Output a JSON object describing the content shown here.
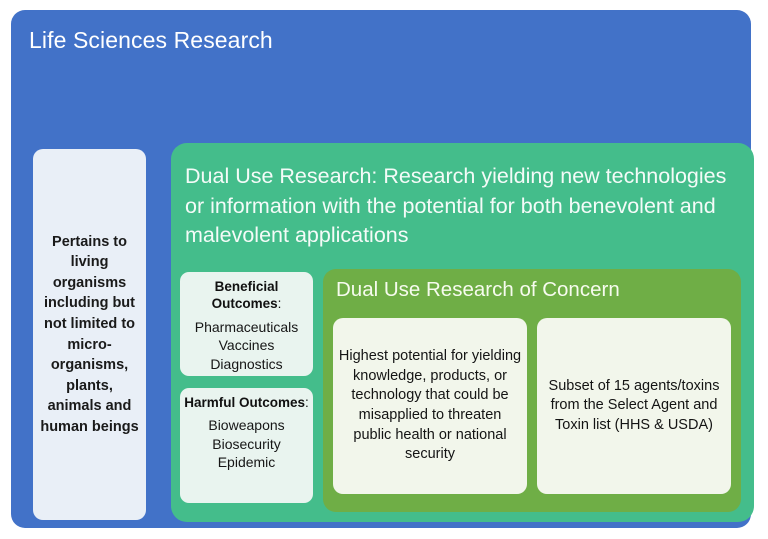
{
  "diagram": {
    "title": "Life Sciences Research",
    "colors": {
      "life_sciences_blue": "#4272C8",
      "dual_use_green": "#44BD8B",
      "durc_green": "#6FAE46",
      "pertains_card": "#E9EFF7",
      "outcome_card": "#E9F4EF",
      "durc_card": "#F2F6EB",
      "title_text": "#FFFFFF"
    },
    "pertains_box": {
      "text": "Pertains to living organisms including but not limited to micro-organisms, plants, animals and human beings"
    },
    "dual_use_research": {
      "title": "Dual Use Research: Research yielding new technologies or information with the potential for both benevolent and malevolent applications",
      "beneficial_outcomes": {
        "heading": "Beneficial Outcomes",
        "heading_suffix": ":",
        "items_text": "Pharmaceuticals\nVaccines\nDiagnostics",
        "items": [
          "Pharmaceuticals",
          "Vaccines",
          "Diagnostics"
        ]
      },
      "harmful_outcomes": {
        "heading": "Harmful Outcomes",
        "heading_suffix": ":",
        "items_text": "Bioweapons\nBiosecurity\nEpidemic",
        "items": [
          "Bioweapons",
          "Biosecurity",
          "Epidemic"
        ]
      },
      "durc": {
        "title": "Dual Use Research of Concern",
        "card_left": "Highest potential for yielding knowledge, products, or technology that could be misapplied to threaten public health or national security",
        "card_right": "Subset of 15 agents/toxins from the Select Agent and Toxin list (HHS & USDA)"
      }
    }
  }
}
